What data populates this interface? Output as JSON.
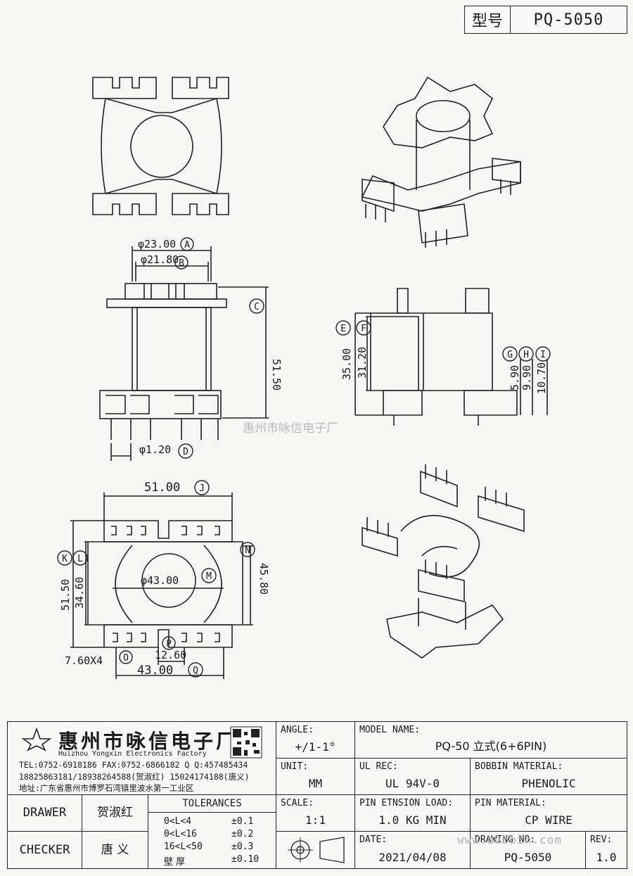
{
  "header": {
    "model_label": "型号",
    "model_value": "PQ-5050"
  },
  "dimensions": {
    "A": "φ23.00",
    "B": "φ21.80",
    "C": "51.50",
    "D": "φ1.20",
    "E": "35.00",
    "F": "31.20",
    "G": "5.90",
    "H": "9.90",
    "I": "10.70",
    "J": "51.00",
    "K": "51.50",
    "L": "34.60",
    "M": "φ43.00",
    "N": "45.80",
    "O": "7.60X4",
    "P": "12.60",
    "Q": "43.00"
  },
  "balloons": [
    "A",
    "B",
    "C",
    "D",
    "E",
    "F",
    "G",
    "H",
    "I",
    "J",
    "K",
    "L",
    "M",
    "N",
    "O",
    "P",
    "Q"
  ],
  "watermark": "惠州市咏信电子厂",
  "watermark_url": "www.bobbin.com",
  "company": {
    "name_cn": "惠州市咏信电子厂",
    "name_en": "Huizhou Yongxin Electronics Factory",
    "tel_line": "TEL:0752-6918186  FAX:0752-6866182  Q Q:457485434",
    "mobile_line": "18825863181/18938264588(贺淑红)  15024174188(唐义)",
    "address_line": "地址:广东省惠州市博罗石湾镇里波水第一工业区"
  },
  "title_block": {
    "angle_label": "ANGLE:",
    "angle_value": "+/1-1°",
    "model_name_label": "MODEL NAME:",
    "model_name_value": "PQ-50 立式(6+6PIN)",
    "unit_label": "UNIT:",
    "unit_value": "MM",
    "ul_rec_label": "UL REC:",
    "ul_rec_value": "UL 94V-0",
    "bobbin_material_label": "BOBBIN MATERIAL:",
    "bobbin_material_value": "PHENOLIC",
    "drawer_label": "DRAWER",
    "drawer_value": "贺淑红",
    "checker_label": "CHECKER",
    "checker_value": "唐 义",
    "tolerances_label": "TOLERANCES",
    "tolerances": [
      {
        "range": "0<L<4",
        "tol": "±0.1"
      },
      {
        "range": "0<L<16",
        "tol": "±0.2"
      },
      {
        "range": "16<L<50",
        "tol": "±0.3"
      },
      {
        "range": "壁    厚",
        "tol": "±0.10"
      }
    ],
    "scale_label": "SCALE:",
    "scale_value": "1:1",
    "pin_load_label": "PIN ETNSION LOAD:",
    "pin_load_value": "1.0 KG MIN",
    "pin_material_label": "PIN MATERIAL:",
    "pin_material_value": "CP WIRE",
    "date_label": "DATE:",
    "date_value": "2021/04/08",
    "drawing_no_label": "DRAWING NO:",
    "drawing_no_value": "PQ-5050",
    "rev_label": "REV:",
    "rev_value": "1.0"
  }
}
